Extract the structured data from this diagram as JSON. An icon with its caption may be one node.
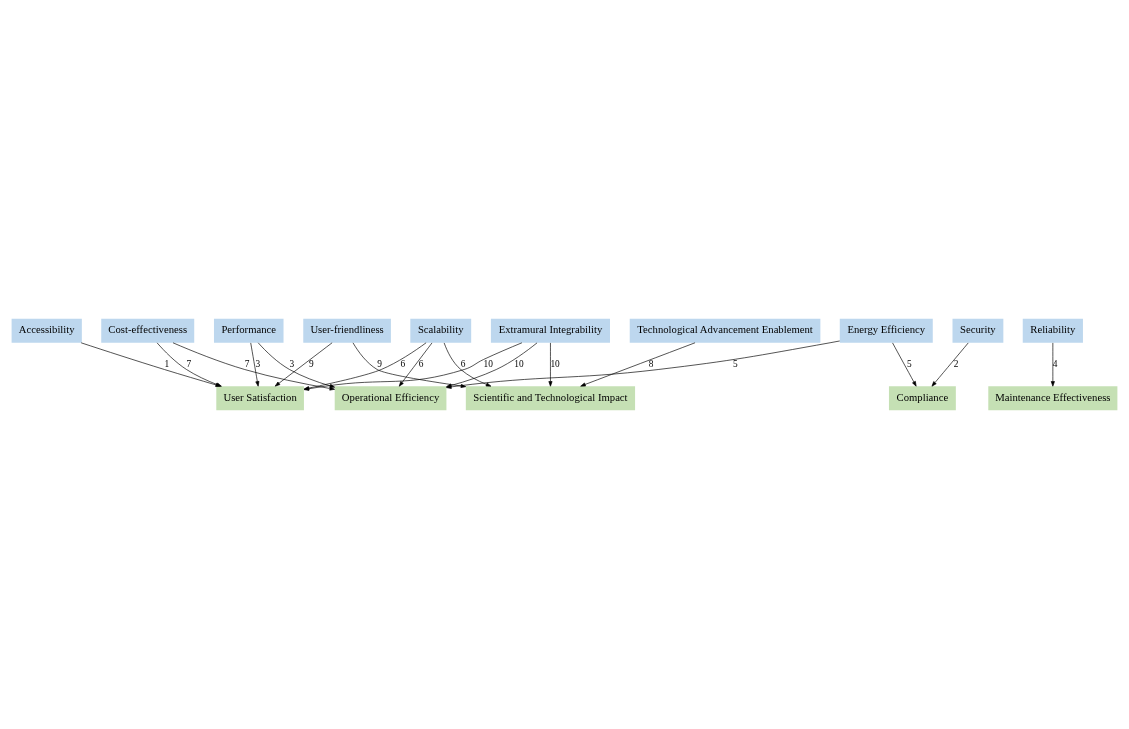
{
  "diagram": {
    "nodes": [
      {
        "text": [
          "Accessibility"
        ]
      },
      {
        "text": [
          "User Satisfaction"
        ]
      },
      {
        "text": [
          "Performance"
        ]
      },
      {
        "text": [
          "Cost-effectiveness"
        ]
      },
      {
        "text": [
          "Extramural Integrability"
        ]
      },
      {
        "text": [
          "Scalability"
        ]
      },
      {
        "text": [
          "User-friendliness"
        ]
      },
      {
        "text": [
          "Energy Efficiency"
        ]
      },
      {
        "text": [
          "Operational Efficiency"
        ]
      },
      {
        "text": [
          "Scientific and Technological Impact"
        ]
      },
      {
        "text": [
          "Security"
        ]
      },
      {
        "text": [
          "Compliance"
        ]
      },
      {
        "text": [
          "Technological Advancement Enablement"
        ]
      },
      {
        "text": [
          "Reliability"
        ]
      },
      {
        "text": [
          "Maintenance Effectiveness"
        ]
      }
    ],
    "edges": [
      {
        "from": 0,
        "to": 1,
        "arrow": "to",
        "label": "1"
      },
      {
        "from": 2,
        "to": 1,
        "arrow": "to",
        "label": "3"
      },
      {
        "from": 3,
        "to": 1,
        "arrow": "to",
        "label": "7"
      },
      {
        "from": 4,
        "to": 1,
        "arrow": "to",
        "label": "10"
      },
      {
        "from": 5,
        "to": 1,
        "arrow": "to",
        "label": "6"
      },
      {
        "from": 6,
        "to": 1,
        "arrow": "to",
        "label": "9"
      },
      {
        "from": 2,
        "to": 8,
        "arrow": "to",
        "label": "3"
      },
      {
        "from": 3,
        "to": 8,
        "arrow": "to",
        "label": "7"
      },
      {
        "from": 4,
        "to": 8,
        "arrow": "to",
        "label": "10"
      },
      {
        "from": 5,
        "to": 8,
        "arrow": "to",
        "label": "6"
      },
      {
        "from": 7,
        "to": 8,
        "arrow": "to",
        "label": "5"
      },
      {
        "from": 4,
        "to": 9,
        "arrow": "to",
        "label": "10"
      },
      {
        "from": 5,
        "to": 9,
        "arrow": "to",
        "label": "6"
      },
      {
        "from": 6,
        "to": 9,
        "arrow": "to",
        "label": "9"
      },
      {
        "from": 7,
        "to": 11,
        "arrow": "to",
        "label": "5"
      },
      {
        "from": 10,
        "to": 11,
        "arrow": "to",
        "label": "2"
      },
      {
        "from": 12,
        "to": 9,
        "arrow": "to",
        "label": "8"
      },
      {
        "from": 13,
        "to": 14,
        "arrow": "to",
        "label": "4"
      }
    ]
  }
}
